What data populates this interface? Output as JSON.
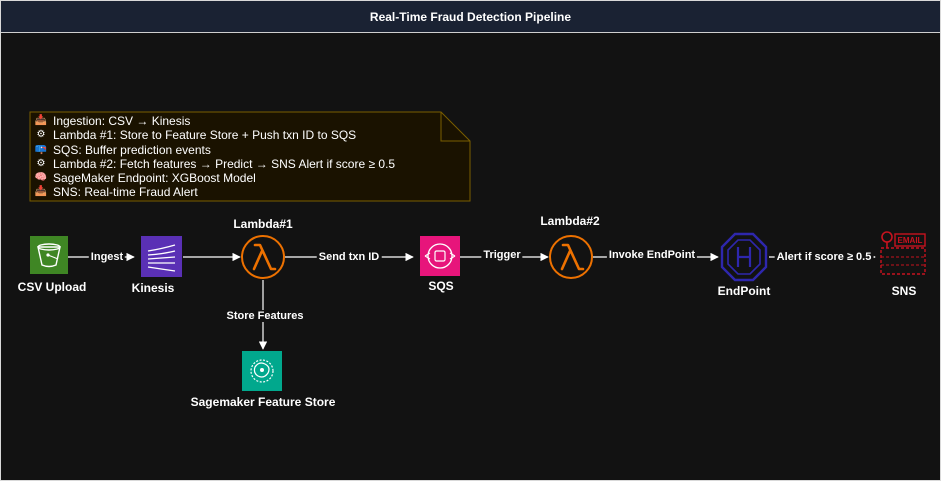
{
  "title": "Real-Time Fraud Detection Pipeline",
  "note": {
    "lines": [
      {
        "icon": "inbox-tray-icon",
        "glyph": "📥",
        "text": "Ingestion: CSV → Kinesis"
      },
      {
        "icon": "gear-icon",
        "glyph": "⚙",
        "text": "Lambda #1: Store to Feature Store + Push txn ID to SQS"
      },
      {
        "icon": "mailbox-icon",
        "glyph": "📪",
        "text": "SQS: Buffer prediction events"
      },
      {
        "icon": "gear-icon",
        "glyph": "⚙",
        "text": "Lambda #2: Fetch features → Predict → SNS Alert if score ≥ 0.5"
      },
      {
        "icon": "brain-icon",
        "glyph": "🧠",
        "text": "SageMaker Endpoint: XGBoost Model"
      },
      {
        "icon": "inbox-tray-icon",
        "glyph": "📥",
        "text": "SNS: Real-time Fraud Alert"
      }
    ]
  },
  "nodes": {
    "csv": {
      "label": "CSV Upload",
      "icon": "s3-bucket-icon"
    },
    "kinesis": {
      "label": "Kinesis",
      "icon": "kinesis-icon"
    },
    "lambda1": {
      "label": "Lambda#1",
      "icon": "lambda-icon"
    },
    "sqs": {
      "label": "SQS",
      "icon": "sqs-icon"
    },
    "lambda2": {
      "label": "Lambda#2",
      "icon": "lambda-icon"
    },
    "endpoint": {
      "label": "EndPoint",
      "icon": "sagemaker-endpoint-icon"
    },
    "sns": {
      "label": "SNS",
      "icon": "email-notification-icon",
      "badge": "EMAIL"
    },
    "featurestore": {
      "label": "Sagemaker Feature Store",
      "icon": "feature-store-icon"
    }
  },
  "edges": {
    "ingest": "Ingest",
    "send_txn": "Send txn ID",
    "trigger": "Trigger",
    "invoke": "Invoke EndPoint",
    "alert": "Alert if score ≥ 0.5",
    "store_features": "Store Features"
  },
  "colors": {
    "background": "#121212",
    "title_bar": "#1a2233",
    "note_fill": "#1a1200",
    "note_stroke": "#7a5e00",
    "s3_green": "#3f8624",
    "kinesis_purple": "#5a30b5",
    "lambda_orange": "#ed7100",
    "sqs_pink": "#e7157b",
    "endpoint_blue": "#2e27ad",
    "sns_red": "#c7131f",
    "featurestore_teal": "#01a88d"
  }
}
